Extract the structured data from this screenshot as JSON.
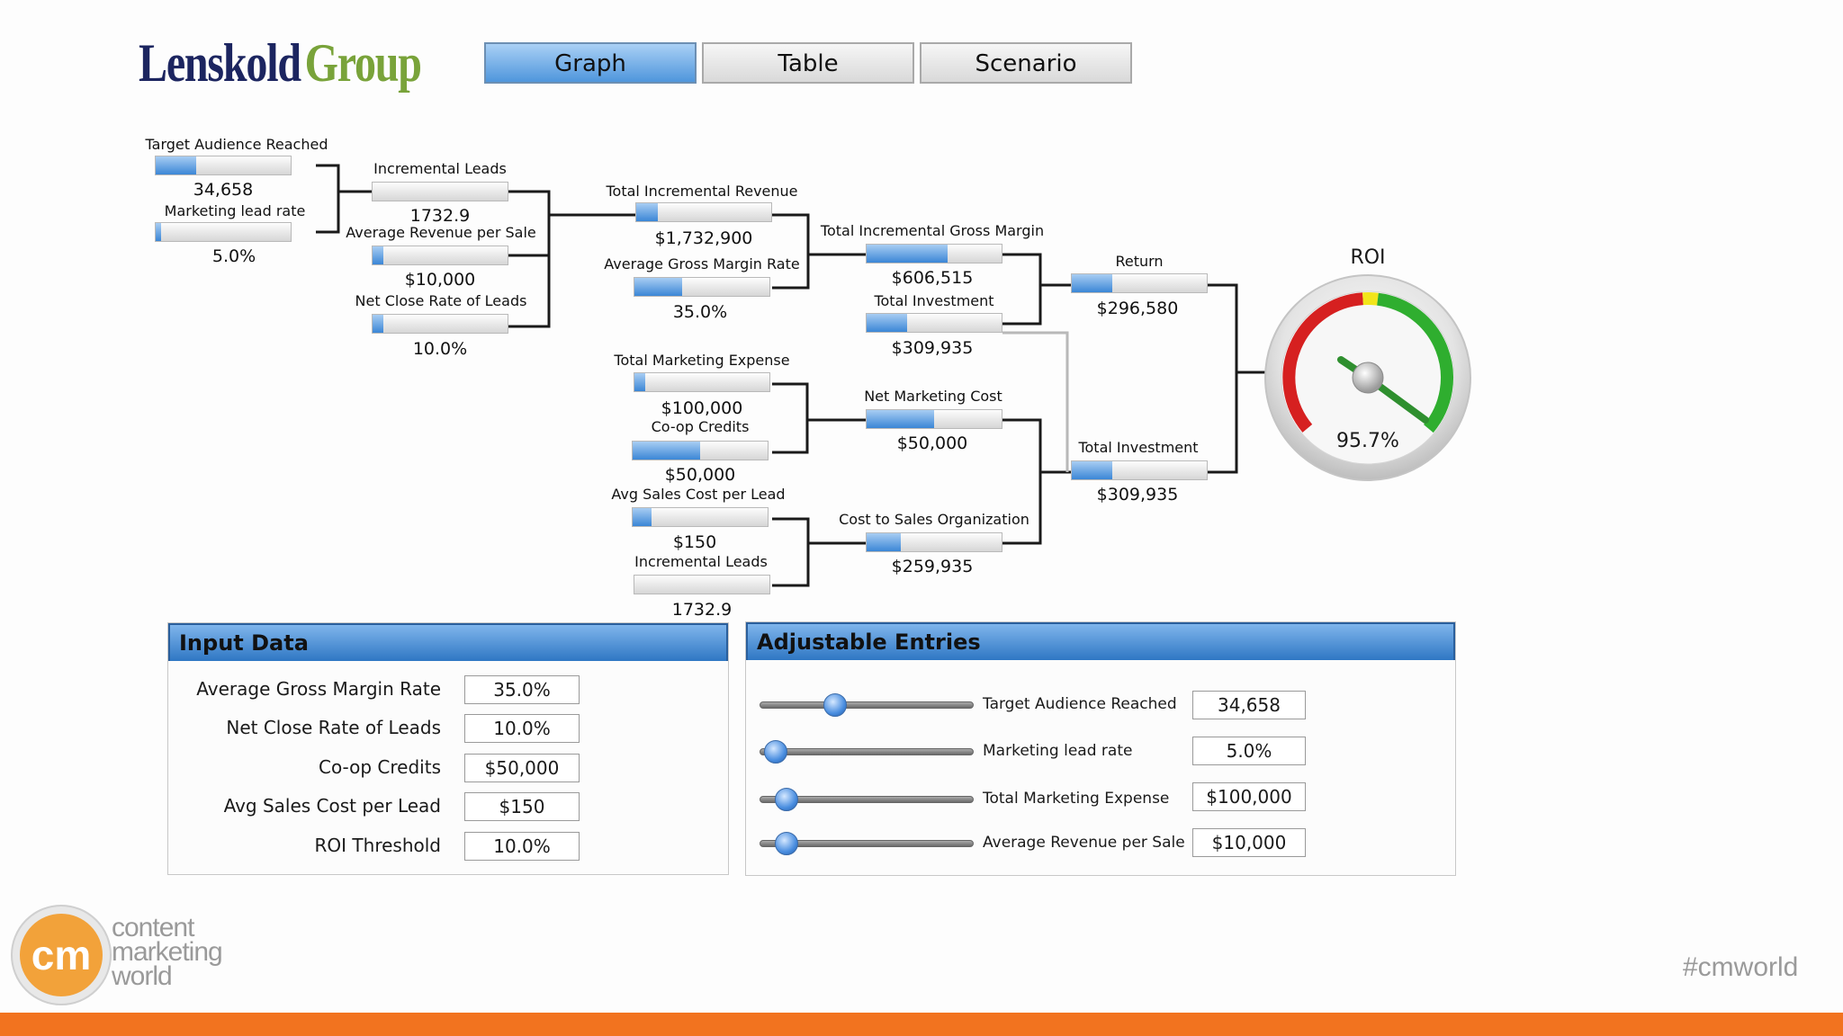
{
  "header": {
    "logo_part1": "Lenskold",
    "logo_part2": "Group",
    "tabs": [
      {
        "label": "Graph",
        "active": true
      },
      {
        "label": "Table",
        "active": false
      },
      {
        "label": "Scenario",
        "active": false
      }
    ]
  },
  "diagram": {
    "target_audience": {
      "label": "Target Audience Reached",
      "value": "34,658",
      "fill": 0.3
    },
    "lead_rate": {
      "label": "Marketing lead rate",
      "value": "5.0%",
      "fill": 0.04
    },
    "incremental_leads": {
      "label": "Incremental Leads",
      "value": "1732.9",
      "fill": 0.0
    },
    "avg_revenue_per_sale": {
      "label": "Average Revenue per Sale",
      "value": "$10,000",
      "fill": 0.08
    },
    "net_close_rate": {
      "label": "Net Close Rate of Leads",
      "value": "10.0%",
      "fill": 0.08
    },
    "total_incremental_revenue": {
      "label": "Total Incremental Revenue",
      "value": "$1,732,900",
      "fill": 0.16
    },
    "avg_gross_margin_rate": {
      "label": "Average Gross Margin Rate",
      "value": "35.0%",
      "fill": 0.35
    },
    "total_incremental_gross_margin": {
      "label": "Total Incremental Gross Margin",
      "value": "$606,515",
      "fill": 0.6
    },
    "total_investment_upper": {
      "label": "Total Investment",
      "value": "$309,935",
      "fill": 0.3
    },
    "return": {
      "label": "Return",
      "value": "$296,580",
      "fill": 0.3
    },
    "total_marketing_expense": {
      "label": "Total Marketing Expense",
      "value": "$100,000",
      "fill": 0.08
    },
    "coop_credits": {
      "label": "Co-op Credits",
      "value": "$50,000",
      "fill": 0.5
    },
    "net_marketing_cost": {
      "label": "Net Marketing Cost",
      "value": "$50,000",
      "fill": 0.5
    },
    "avg_sales_cost_per_lead": {
      "label": "Avg Sales Cost per Lead",
      "value": "$150",
      "fill": 0.14
    },
    "incremental_leads_lower": {
      "label": "Incremental Leads",
      "value": "1732.9",
      "fill": 0.0
    },
    "cost_to_sales_org": {
      "label": "Cost to Sales Organization",
      "value": "$259,935",
      "fill": 0.25
    },
    "total_investment_lower": {
      "label": "Total Investment",
      "value": "$309,935",
      "fill": 0.3
    }
  },
  "gauge": {
    "title": "ROI",
    "value": "95.7%",
    "colors": {
      "red": "#d62020",
      "yellow": "#f2e51a",
      "green": "#2fae2f"
    }
  },
  "input_panel": {
    "title": "Input Data",
    "rows": [
      {
        "label": "Average Gross Margin Rate",
        "value": "35.0%"
      },
      {
        "label": "Net Close Rate of Leads",
        "value": "10.0%"
      },
      {
        "label": "Co-op Credits",
        "value": "$50,000"
      },
      {
        "label": "Avg Sales Cost per Lead",
        "value": "$150"
      },
      {
        "label": "ROI Threshold",
        "value": "10.0%"
      }
    ]
  },
  "adjust_panel": {
    "title": "Adjustable Entries",
    "sliders": [
      {
        "label": "Target Audience Reached",
        "value": "34,658",
        "level": 0.35
      },
      {
        "label": "Marketing lead rate",
        "value": "5.0%",
        "level": 0.07
      },
      {
        "label": "Total Marketing Expense",
        "value": "$100,000",
        "level": 0.12
      },
      {
        "label": "Average Revenue per Sale",
        "value": "$10,000",
        "level": 0.12
      }
    ]
  },
  "footer": {
    "brand_line1": "content",
    "brand_line2": "marketing",
    "brand_line3": "world",
    "hashtag": "#cmworld",
    "accent": "#f2731f"
  }
}
